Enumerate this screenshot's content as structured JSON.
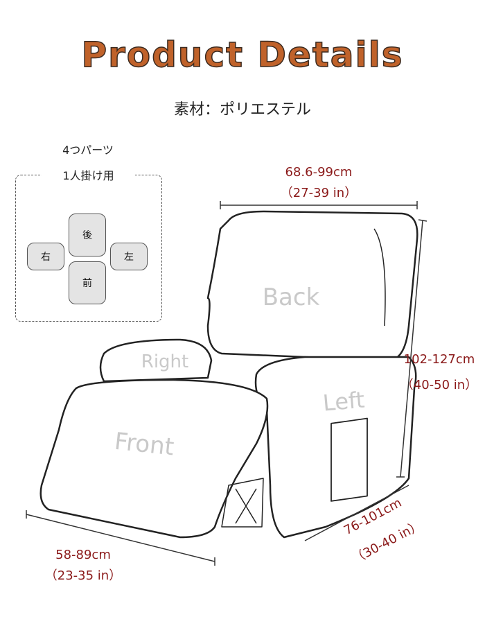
{
  "title": "Product Details",
  "material": "素材：ポリエステル",
  "parts_diagram": {
    "count_label": "4つパーツ",
    "seat_label": "1人掛け用",
    "pieces": {
      "back": "後",
      "right": "右",
      "left": "左",
      "front": "前"
    }
  },
  "chair_labels": {
    "back": "Back",
    "right": "Right",
    "left": "Left",
    "front": "Front"
  },
  "dimensions": {
    "width": {
      "cm": "68.6-99cm",
      "in": "（27-39 in）"
    },
    "height": {
      "cm": "102-127cm",
      "in": "（40-50 in）"
    },
    "depth": {
      "cm": "76-101cm",
      "in": "（30-40 in）"
    },
    "front": {
      "cm": "58-89cm",
      "in": "（23-35 in）"
    }
  },
  "colors": {
    "title": "#c0622a",
    "dimension": "#8b1a1a"
  }
}
